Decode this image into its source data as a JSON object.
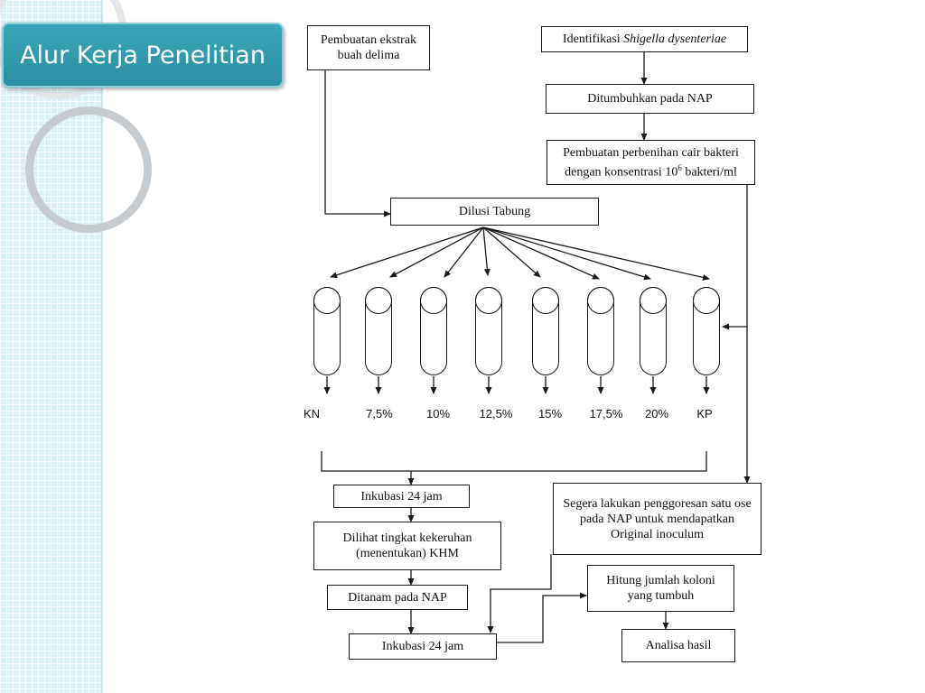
{
  "slide": {
    "title": "Alur Kerja Penelitian"
  },
  "flow": {
    "ekstrak": "Pembuatan ekstrak buah delima",
    "identifikasi_prefix": "Identifikasi ",
    "identifikasi_organism": "Shigella dysenteriae",
    "ditumbuhkan": "Ditumbuhkan pada NAP",
    "perbenihan_line1": "Pembuatan perbenihan cair bakteri",
    "perbenihan_line2_pre": "dengan konsentrasi 10",
    "perbenihan_sup": "6",
    "perbenihan_line2_post": " bakteri/ml",
    "dilusi": "Dilusi Tabung",
    "inkubasi1": "Inkubasi 24 jam",
    "kekeruhan": "Dilihat tingkat kekeruhan (menentukan) KHM",
    "ditanam": "Ditanam pada NAP",
    "inkubasi2": "Inkubasi 24 jam",
    "penggoresan": "Segera lakukan penggoresan satu ose pada NAP untuk mendapatkan Original inoculum",
    "hitung": "Hitung jumlah koloni yang tumbuh",
    "analisa": "Analisa hasil"
  },
  "tubes": [
    "KN",
    "7,5%",
    "10%",
    "12,5%",
    "15%",
    "17,5%",
    "20%",
    "KP"
  ],
  "colors": {
    "title_bg": "#2f9aab",
    "sidebar_bg": "#dbeff5",
    "line": "#1a1a1a"
  }
}
